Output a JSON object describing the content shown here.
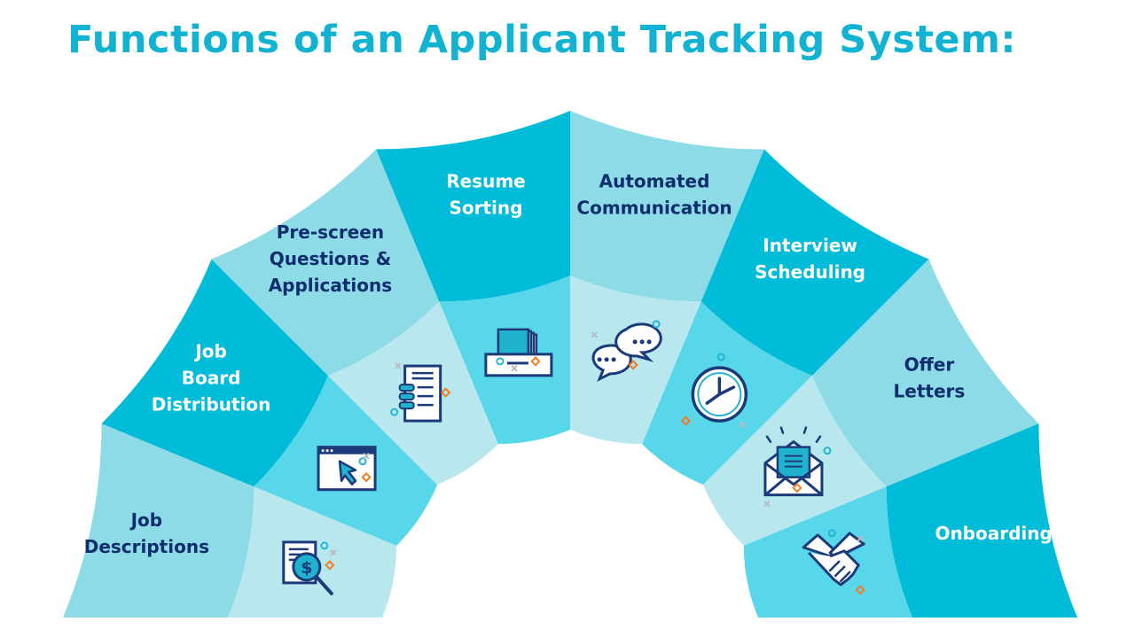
{
  "title": "Functions of an Applicant Tracking System:",
  "colors": {
    "title": "#12b3d2",
    "dark": "#00bcd8",
    "light": "#8cdbe6",
    "inner_a": "#b8e7ee",
    "inner_b": "#58d6ea",
    "label_on_dark": "#ffffff",
    "label_on_light": "#0d2d6e",
    "icon_stroke": "#1b3a7a",
    "icon_fill": "#1fb3d0",
    "accent_orange": "#f47b20",
    "accent_cyan": "#21b6d6",
    "accent_grey": "#b9bcc4"
  },
  "segments": [
    {
      "id": "job-descriptions",
      "lines": [
        "Job",
        "Descriptions"
      ],
      "tone": "light",
      "icon": "magnifier-document-dollar-icon"
    },
    {
      "id": "job-board-distribution",
      "lines": [
        "Job",
        "Board",
        "Distribution"
      ],
      "tone": "dark",
      "icon": "browser-cursor-icon"
    },
    {
      "id": "pre-screen-questions",
      "lines": [
        "Pre-screen",
        "Questions &",
        "Applications"
      ],
      "tone": "light",
      "icon": "form-document-icon"
    },
    {
      "id": "resume-sorting",
      "lines": [
        "Resume",
        "Sorting"
      ],
      "tone": "dark",
      "icon": "file-tray-icon"
    },
    {
      "id": "automated-communication",
      "lines": [
        "Automated",
        "Communication"
      ],
      "tone": "light",
      "icon": "chat-bubbles-icon"
    },
    {
      "id": "interview-scheduling",
      "lines": [
        "Interview",
        "Scheduling"
      ],
      "tone": "dark",
      "icon": "clock-icon"
    },
    {
      "id": "offer-letters",
      "lines": [
        "Offer",
        "Letters"
      ],
      "tone": "light",
      "icon": "open-envelope-letter-icon"
    },
    {
      "id": "onboarding",
      "lines": [
        "Onboarding"
      ],
      "tone": "dark",
      "icon": "handshake-icon"
    }
  ]
}
